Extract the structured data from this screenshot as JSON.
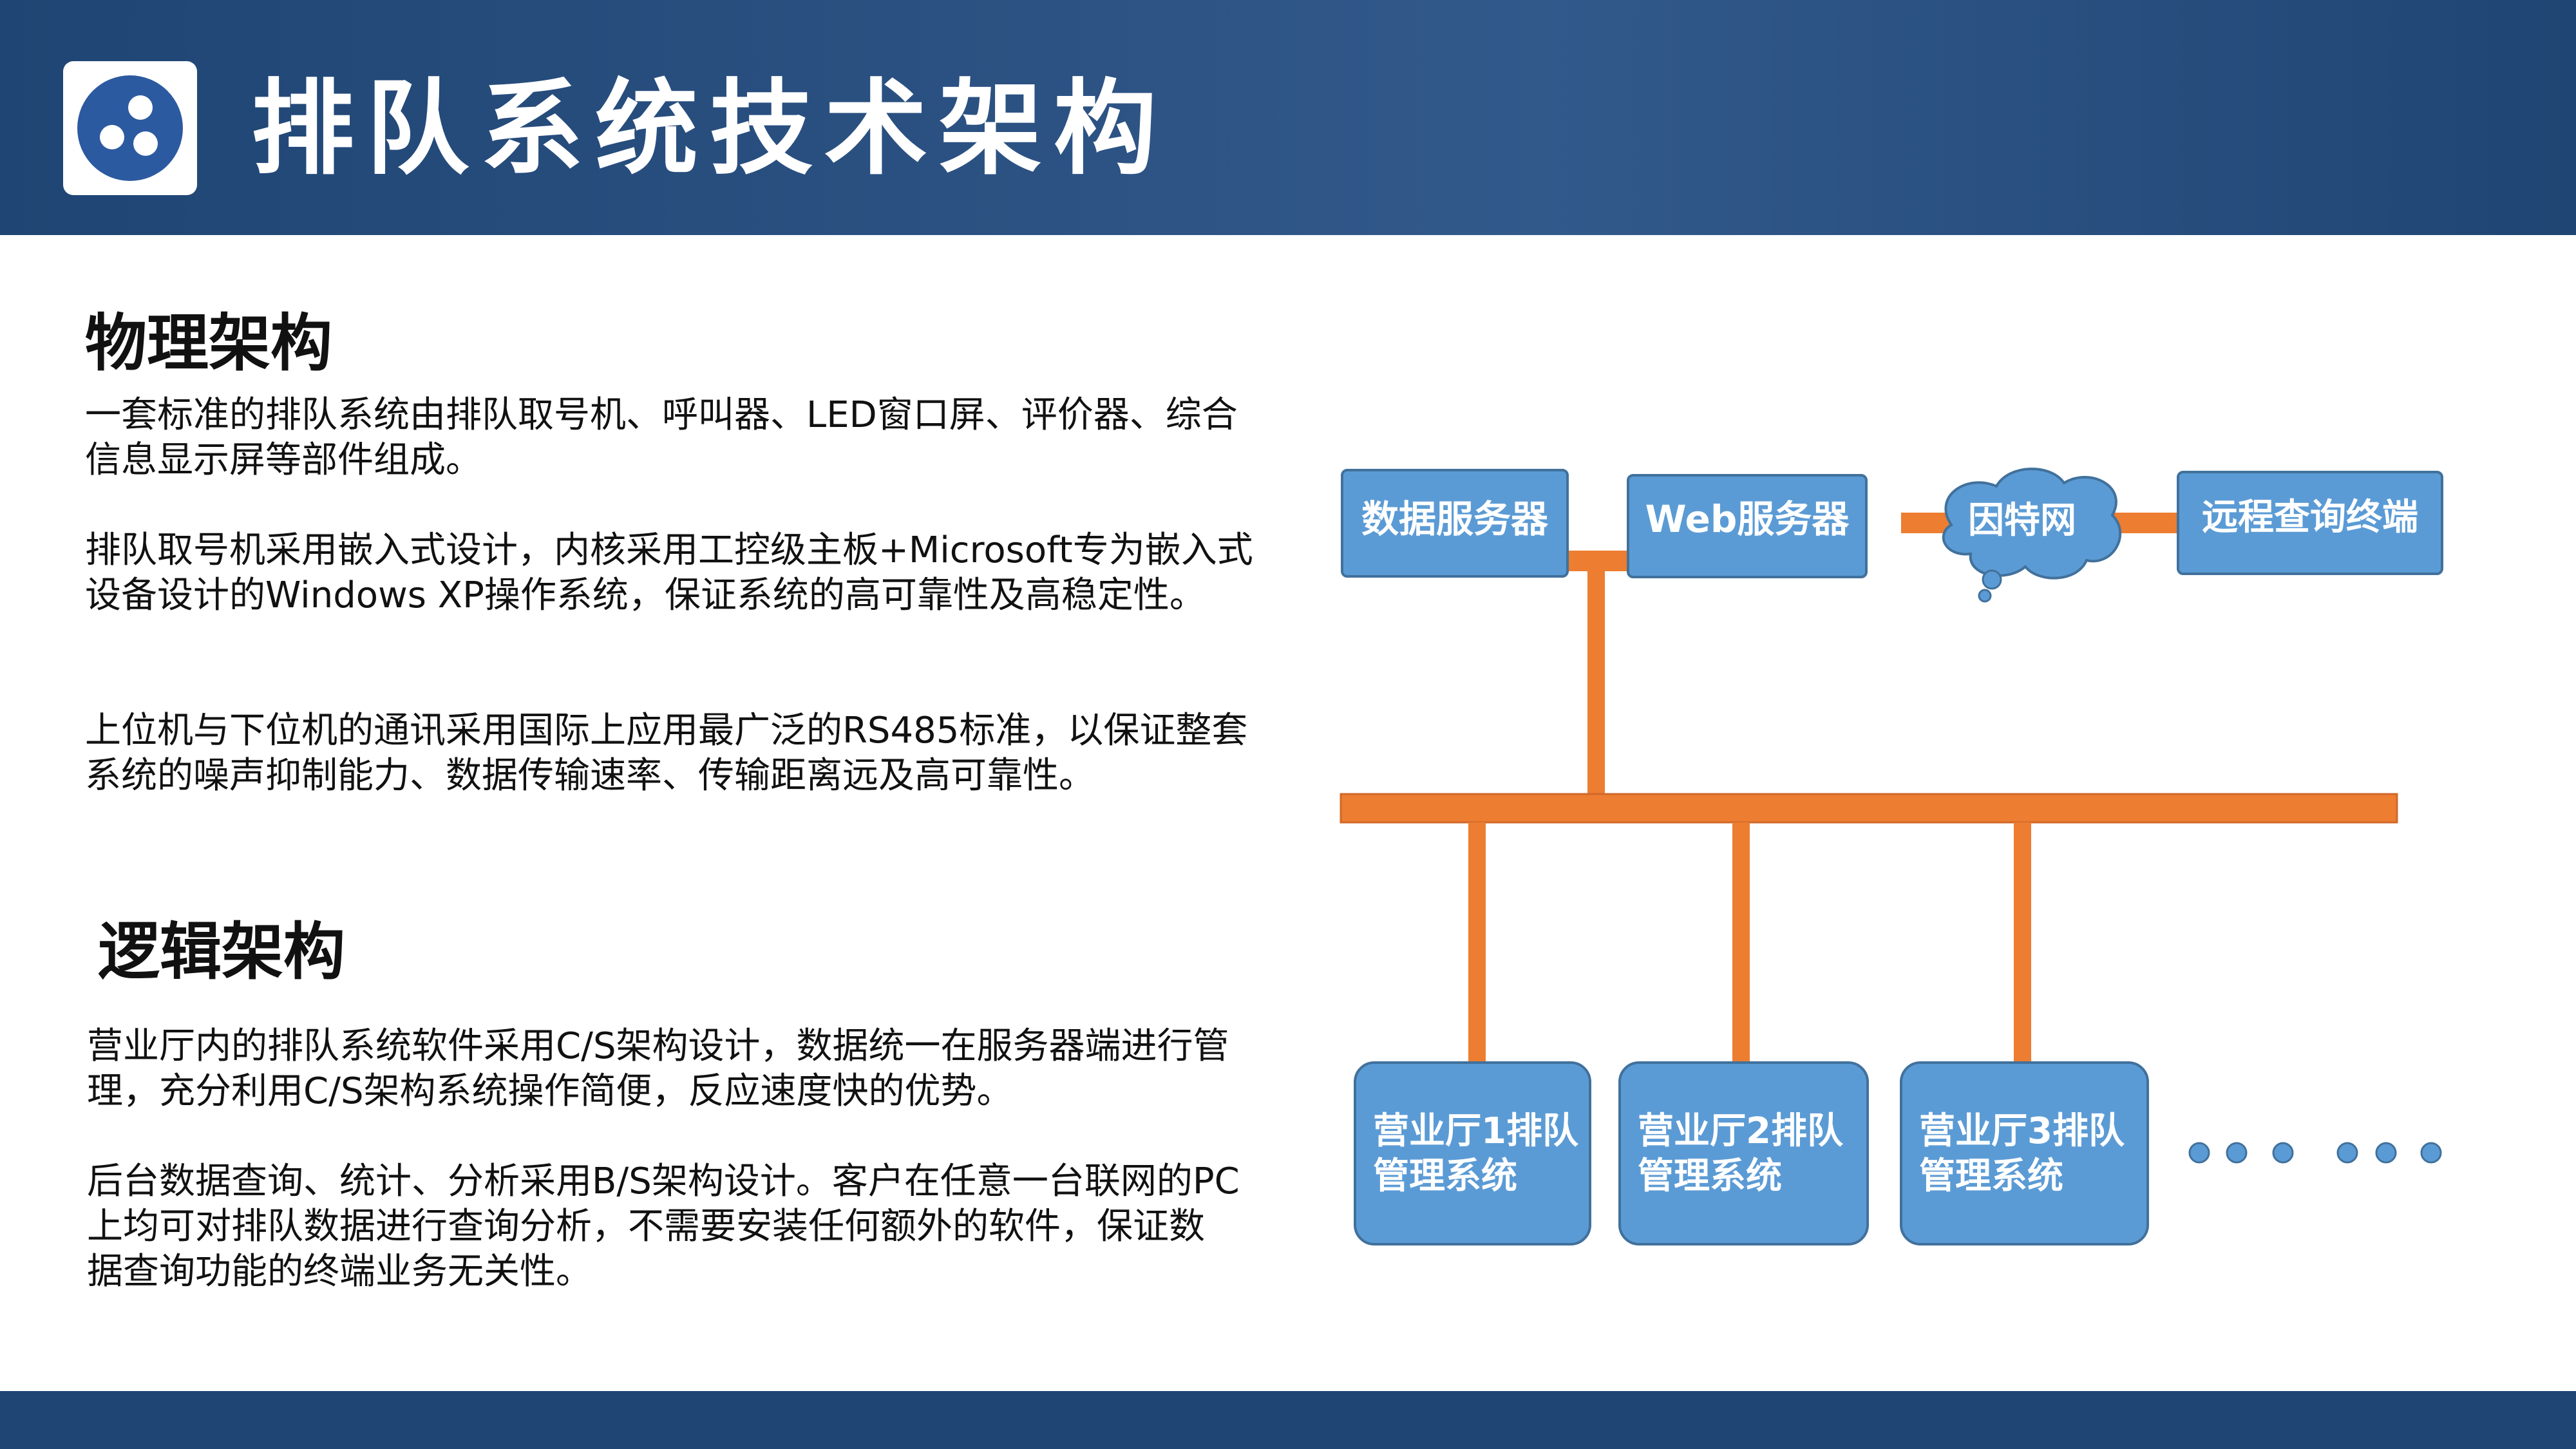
{
  "header": {
    "title": "排队系统技术架构",
    "logo_icon": "three-dots-circle-logo-icon"
  },
  "physical": {
    "title": "物理架构",
    "paragraphs": [
      "一套标准的排队系统由排队取号机、呼叫器、LED窗口屏、评价器、综合信息显示屏等部件组成。",
      "排队取号机采用嵌入式设计，内核采用工控级主板+Microsoft专为嵌入式设备设计的Windows XP操作系统，保证系统的高可靠性及高稳定性。",
      "上位机与下位机的通讯采用国际上应用最广泛的RS485标准，以保证整套系统的噪声抑制能力、数据传输速率、传输距离远及高可靠性。"
    ]
  },
  "logical": {
    "title": "逻辑架构",
    "paragraphs": [
      "营业厅内的排队系统软件采用C/S架构设计，数据统一在服务器端进行管理，充分利用C/S架构系统操作简便，反应速度快的优势。",
      "后台数据查询、统计、分析采用B/S架构设计。客户在任意一台联网的PC上均可对排队数据进行查询分析，不需要安装任何额外的软件，保证数据查询功能的终端业务无关性。"
    ]
  },
  "diagram": {
    "colors": {
      "node_fill": "#5b9bd5",
      "node_border": "#41719c",
      "connector": "#ed7d31",
      "dots": "#5b9bd5"
    },
    "nodes": {
      "data_server": "数据服务器",
      "web_server": "Web服务器",
      "internet": "因特网",
      "remote_terminal": "远程查询终端",
      "hall1": [
        "营业厅1排队",
        "管理系统"
      ],
      "hall2": [
        "营业厅2排队",
        "管理系统"
      ],
      "hall3": [
        "营业厅3排队",
        "管理系统"
      ]
    }
  }
}
